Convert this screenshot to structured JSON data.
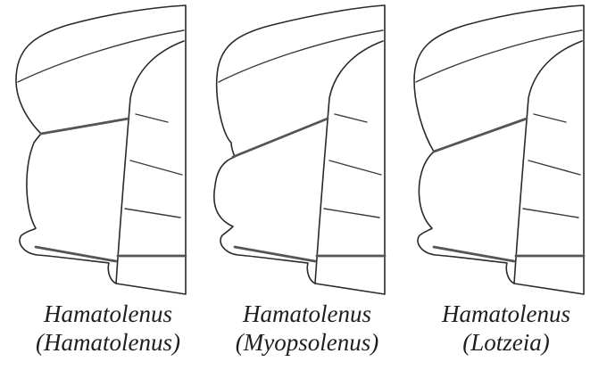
{
  "panels": [
    {
      "genus": "Hamatolenus",
      "subgenus": "(Hamatolenus)"
    },
    {
      "genus": "Hamatolenus",
      "subgenus": "(Myopsolenus)"
    },
    {
      "genus": "Hamatolenus",
      "subgenus": "(Lotzeia)"
    }
  ]
}
